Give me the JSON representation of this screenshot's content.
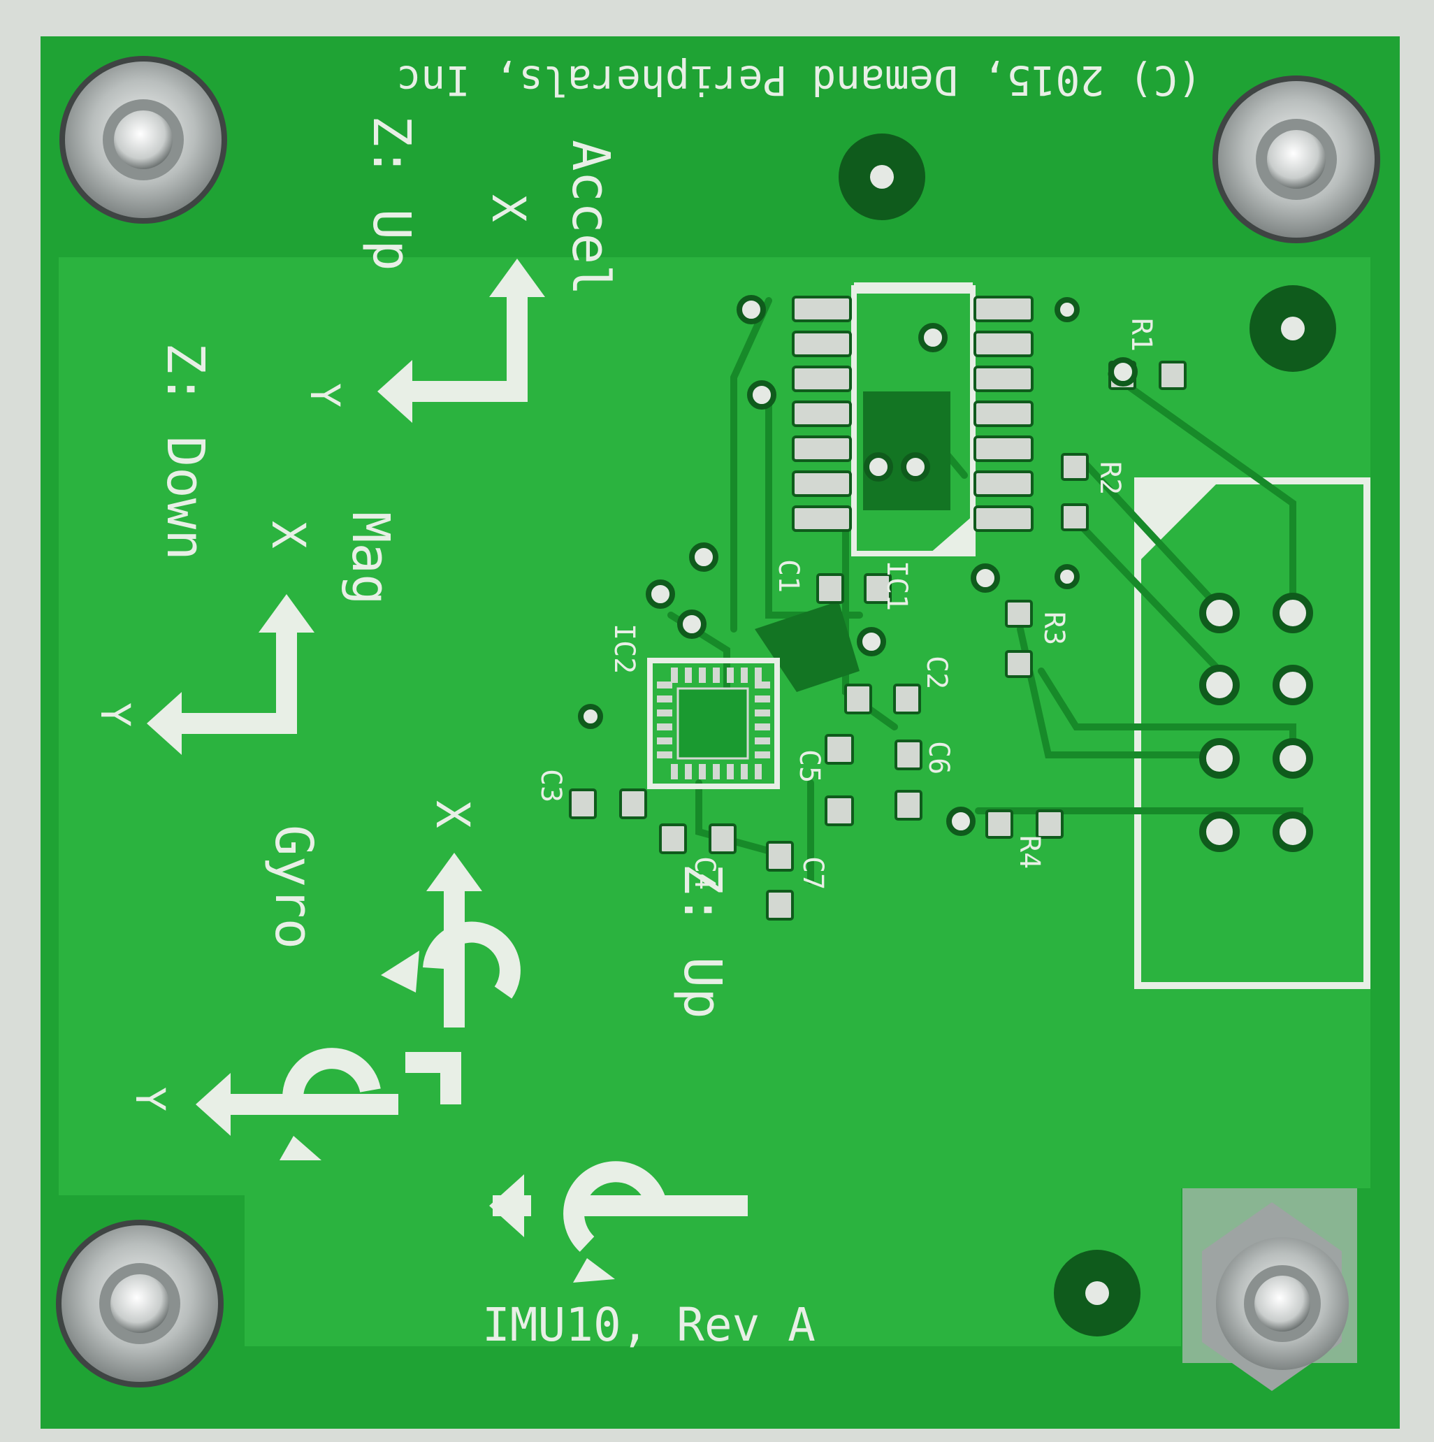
{
  "board": {
    "copyright": "(C) 2015, Demand Peripherals, Inc",
    "name_rev": "IMU10, Rev A",
    "colors": {
      "background": "#d9ddd8",
      "solder_mask": "#1fa334",
      "mask_light": "#2bb33f",
      "silkscreen": "#e8efe6",
      "copper_pad": "#d3d8d2",
      "via_ring": "#0f5b1c"
    }
  },
  "sensors": {
    "accel": {
      "title": "Accel",
      "z_note": "Z: Up",
      "axis_x": "X",
      "axis_y": "Y"
    },
    "mag": {
      "title": "Mag",
      "z_note": "Z: Down",
      "axis_x": "X",
      "axis_y": "Y"
    },
    "gyro": {
      "title": "Gyro",
      "z_note": "Z: Up",
      "axis_x": "X",
      "axis_y": "Y"
    }
  },
  "refdes": {
    "ic1": "IC1",
    "ic2": "IC2",
    "r1": "R1",
    "r2": "R2",
    "r3": "R3",
    "r4": "R4",
    "c1": "C1",
    "c2": "C2",
    "c3": "C3",
    "c4": "C4",
    "c5": "C5",
    "c6": "C6",
    "c7": "C7"
  },
  "hardware": {
    "mounting_screws": [
      "top-left",
      "top-right",
      "bottom-left",
      "bottom-right"
    ],
    "connector": "2x4 header"
  }
}
